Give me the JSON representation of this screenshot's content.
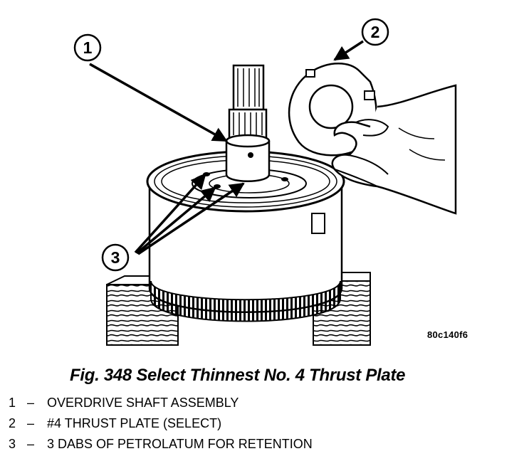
{
  "figure": {
    "callouts": [
      "1",
      "2",
      "3"
    ],
    "code": "80c140f6",
    "caption": "Fig. 348 Select Thinnest No. 4 Thrust Plate"
  },
  "legend": {
    "separator": "–",
    "items": [
      {
        "num": "1",
        "text": "OVERDRIVE SHAFT ASSEMBLY"
      },
      {
        "num": "2",
        "text": "#4 THRUST PLATE (SELECT)"
      },
      {
        "num": "3",
        "text": "3 DABS OF PETROLATUM FOR RETENTION"
      }
    ]
  }
}
